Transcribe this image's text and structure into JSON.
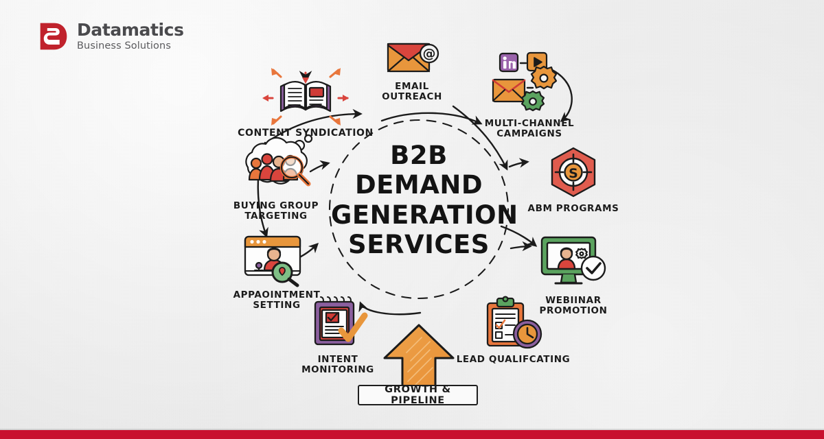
{
  "brand": {
    "name": "Datamatics",
    "tagline": "Business Solutions",
    "logo_icon": "datamatics-d-logo-icon",
    "logo_color": "#c0222c",
    "text_color": "#4a4a4d"
  },
  "theme": {
    "background": "#ececec",
    "accent_bar": "#c8102e",
    "ink": "#1b1b1b",
    "orange": "#e8963c",
    "red": "#d9453d",
    "green": "#5ba35f",
    "purple": "#8b5f9e"
  },
  "center": {
    "title": "B2B\nDEMAND\nGENERATION\nSERVICES",
    "circle_style": "dashed"
  },
  "nodes": [
    {
      "id": "content-syndication",
      "label": "CONTENT SYNDICATION",
      "icon": "open-book-with-radiating-arrows-icon",
      "colors": [
        "#8b5f9e",
        "#d9453d",
        "#e8763c"
      ]
    },
    {
      "id": "email-outreach",
      "label": "EMAIL\nOUTREACH",
      "icon": "envelope-at-symbol-icon",
      "colors": [
        "#d9453d",
        "#e8963c"
      ]
    },
    {
      "id": "multi-channel-campaigns",
      "label": "MULTI-CHANNEL\nCAMPAIGNS",
      "icon": "linkedin-play-envelope-gears-icon",
      "colors": [
        "#8b5f9e",
        "#e8963c",
        "#5ba35f"
      ]
    },
    {
      "id": "abm-programs",
      "label": "ABM PROGRAMS",
      "icon": "hexagon-target-crosshair-icon",
      "colors": [
        "#e05c4e",
        "#e8963c"
      ]
    },
    {
      "id": "webinar-promotion",
      "label": "WEBIINAR\nPROMOTION",
      "icon": "monitor-presenter-checkmark-icon",
      "colors": [
        "#5ba35f",
        "#d9453d"
      ]
    },
    {
      "id": "lead-qualifcating",
      "label": "LEAD QUALIFCATING",
      "icon": "clipboard-checklist-clock-icon",
      "colors": [
        "#e8763c",
        "#5ba35f",
        "#8b5f9e",
        "#e8963c"
      ]
    },
    {
      "id": "intent-monitoring",
      "label": "INTENT\nMONITORING",
      "icon": "notepad-checkmark-icon",
      "colors": [
        "#8b5f9e",
        "#d9453d",
        "#e8963c"
      ]
    },
    {
      "id": "appointment-setting",
      "label": "APPAOINTMENT\nSETTING",
      "icon": "browser-window-person-magnifier-icon",
      "colors": [
        "#e8963c",
        "#d9453d",
        "#5ba35f"
      ]
    },
    {
      "id": "buying-group-targeting",
      "label": "BUYING GROUP\nTARGETING",
      "icon": "thought-bubble-people-magnifier-icon",
      "colors": [
        "#d9453d",
        "#e8763c"
      ]
    }
  ],
  "outcome": {
    "label": "GROWTH & PIPELINE",
    "icon": "upward-arrow-icon",
    "arrow_color": "#e8963c"
  }
}
